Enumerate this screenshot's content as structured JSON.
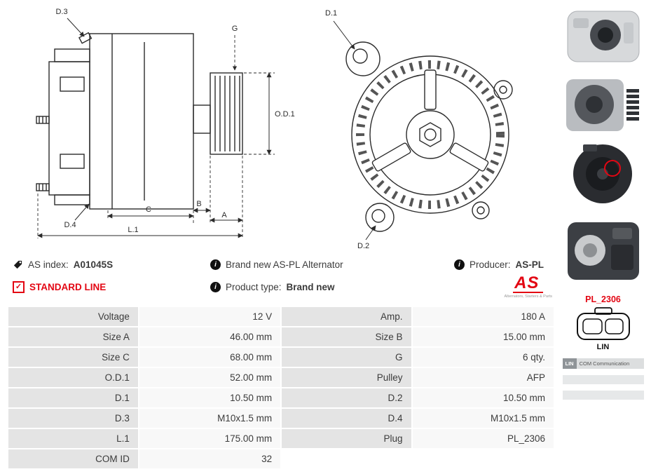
{
  "colors": {
    "accent": "#e30613"
  },
  "icons": {
    "info_glyph": "i",
    "check_glyph": "✓"
  },
  "header": {
    "as_index_label": "AS index:",
    "as_index_value": "A01045S",
    "brand_new_text": "Brand new AS-PL Alternator",
    "producer_label": "Producer:",
    "producer_value": "AS-PL",
    "standard_line": "STANDARD LINE",
    "product_type_label": "Product type:",
    "product_type_value": "Brand new",
    "logo_text": "AS",
    "logo_subtext": "Alternators, Starters & Parts"
  },
  "drawing_labels": {
    "d3": "D.3",
    "g": "G",
    "od1": "O.D.1",
    "d4": "D.4",
    "c": "C",
    "b": "B",
    "a": "A",
    "l1": "L.1",
    "d1": "D.1",
    "d2": "D.2"
  },
  "sidebar": {
    "plug_code": "PL_2306",
    "plug_name": "LIN",
    "com_left": "LIN",
    "com_right": "COM Communication"
  },
  "table": {
    "rows": [
      {
        "l1": "Voltage",
        "v1": "12 V",
        "l2": "Amp.",
        "v2": "180 A"
      },
      {
        "l1": "Size A",
        "v1": "46.00 mm",
        "l2": "Size B",
        "v2": "15.00 mm"
      },
      {
        "l1": "Size C",
        "v1": "68.00 mm",
        "l2": "G",
        "v2": "6 qty."
      },
      {
        "l1": "O.D.1",
        "v1": "52.00 mm",
        "l2": "Pulley",
        "v2": "AFP"
      },
      {
        "l1": "D.1",
        "v1": "10.50 mm",
        "l2": "D.2",
        "v2": "10.50 mm"
      },
      {
        "l1": "D.3",
        "v1": "M10x1.5 mm",
        "l2": "D.4",
        "v2": "M10x1.5 mm"
      },
      {
        "l1": "L.1",
        "v1": "175.00 mm",
        "l2": "Plug",
        "v2": "PL_2306"
      },
      {
        "l1": "COM ID",
        "v1": "32",
        "l2": "",
        "v2": ""
      }
    ]
  }
}
